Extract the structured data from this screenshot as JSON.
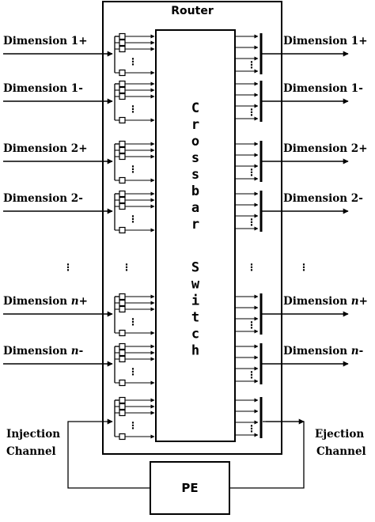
{
  "router_title": "Router",
  "crossbar_label": "Crossbar Switch",
  "pe_label": "PE",
  "ports": [
    {
      "prefix": "Dimension",
      "index": "1",
      "sign": "+",
      "italic": false
    },
    {
      "prefix": "Dimension",
      "index": "1",
      "sign": "-",
      "italic": false
    },
    {
      "prefix": "Dimension",
      "index": "2",
      "sign": "+",
      "italic": false
    },
    {
      "prefix": "Dimension",
      "index": "2",
      "sign": "-",
      "italic": false
    },
    {
      "prefix": "Dimension",
      "index": "n",
      "sign": "+",
      "italic": true
    },
    {
      "prefix": "Dimension",
      "index": "n",
      "sign": "-",
      "italic": true
    }
  ],
  "injection": {
    "line1": "Injection",
    "line2": "Channel"
  },
  "ejection": {
    "line1": "Ejection",
    "line2": "Channel"
  },
  "ellipsis": "⋮"
}
